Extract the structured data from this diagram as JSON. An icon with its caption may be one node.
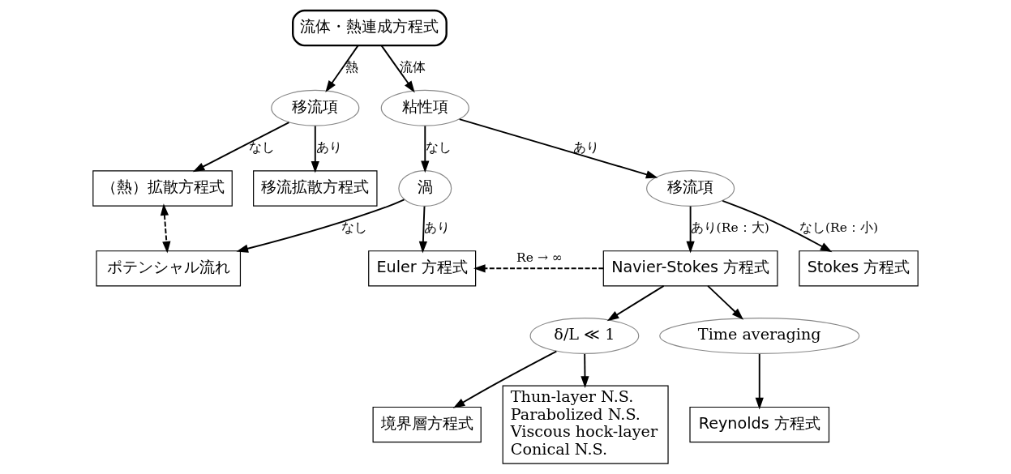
{
  "diagram": {
    "nodes": [
      {
        "text": [
          "流体・熱連成方程式"
        ]
      },
      {
        "text": [
          "移流項"
        ]
      },
      {
        "text": [
          "粘性項"
        ]
      },
      {
        "text": [
          "（熱）拡散方程式"
        ]
      },
      {
        "text": [
          "移流拡散方程式"
        ]
      },
      {
        "text": [
          "渦"
        ]
      },
      {
        "text": [
          "移流項"
        ]
      },
      {
        "text": [
          "Stokes 方程式"
        ]
      },
      {
        "text": [
          "ポテンシャル流れ"
        ]
      },
      {
        "text": [
          "Euler 方程式"
        ]
      },
      {
        "text": [
          "Navier-Stokes 方程式"
        ]
      },
      {
        "text": [
          "δ/L ≪ 1"
        ]
      },
      {
        "text": [
          "Time averaging"
        ]
      },
      {
        "text": [
          "Thun-layer N.S.",
          "Parabolized N.S.",
          "Viscous hock-layer",
          "Conical N.S."
        ]
      },
      {
        "text": [
          "境界層方程式"
        ]
      },
      {
        "text": [
          "Reynolds 方程式"
        ]
      }
    ],
    "edges": [
      {
        "from": 0,
        "to": 1,
        "arrow": "to",
        "label": "熱"
      },
      {
        "from": 0,
        "to": 2,
        "arrow": "to",
        "label": "流体"
      },
      {
        "from": 1,
        "to": 3,
        "arrow": "to",
        "label": "なし"
      },
      {
        "from": 1,
        "to": 4,
        "arrow": "to",
        "label": "あり"
      },
      {
        "from": 2,
        "to": 5,
        "arrow": "to",
        "label": "なし"
      },
      {
        "from": 2,
        "to": 6,
        "arrow": "to",
        "label": "あり"
      },
      {
        "from": 6,
        "to": 7,
        "arrow": "to",
        "label": "なし(Re：小)"
      },
      {
        "from": 6,
        "to": 10,
        "arrow": "to",
        "label": "あり(Re：大)"
      },
      {
        "from": 5,
        "to": 8,
        "arrow": "to",
        "label": "なし"
      },
      {
        "from": 5,
        "to": 9,
        "arrow": "to",
        "label": "あり"
      },
      {
        "from": 10,
        "to": 9,
        "arrow": "to",
        "label": "Re → ∞",
        "style": "dashed"
      },
      {
        "from": 3,
        "to": 8,
        "arrow": "both",
        "style": "dashed"
      },
      {
        "from": 10,
        "to": 11,
        "arrow": "to"
      },
      {
        "from": 10,
        "to": 12,
        "arrow": "to"
      },
      {
        "from": 11,
        "to": 13,
        "arrow": "to"
      },
      {
        "from": 11,
        "to": 14,
        "arrow": "to"
      },
      {
        "from": 12,
        "to": 15,
        "arrow": "to"
      }
    ]
  }
}
